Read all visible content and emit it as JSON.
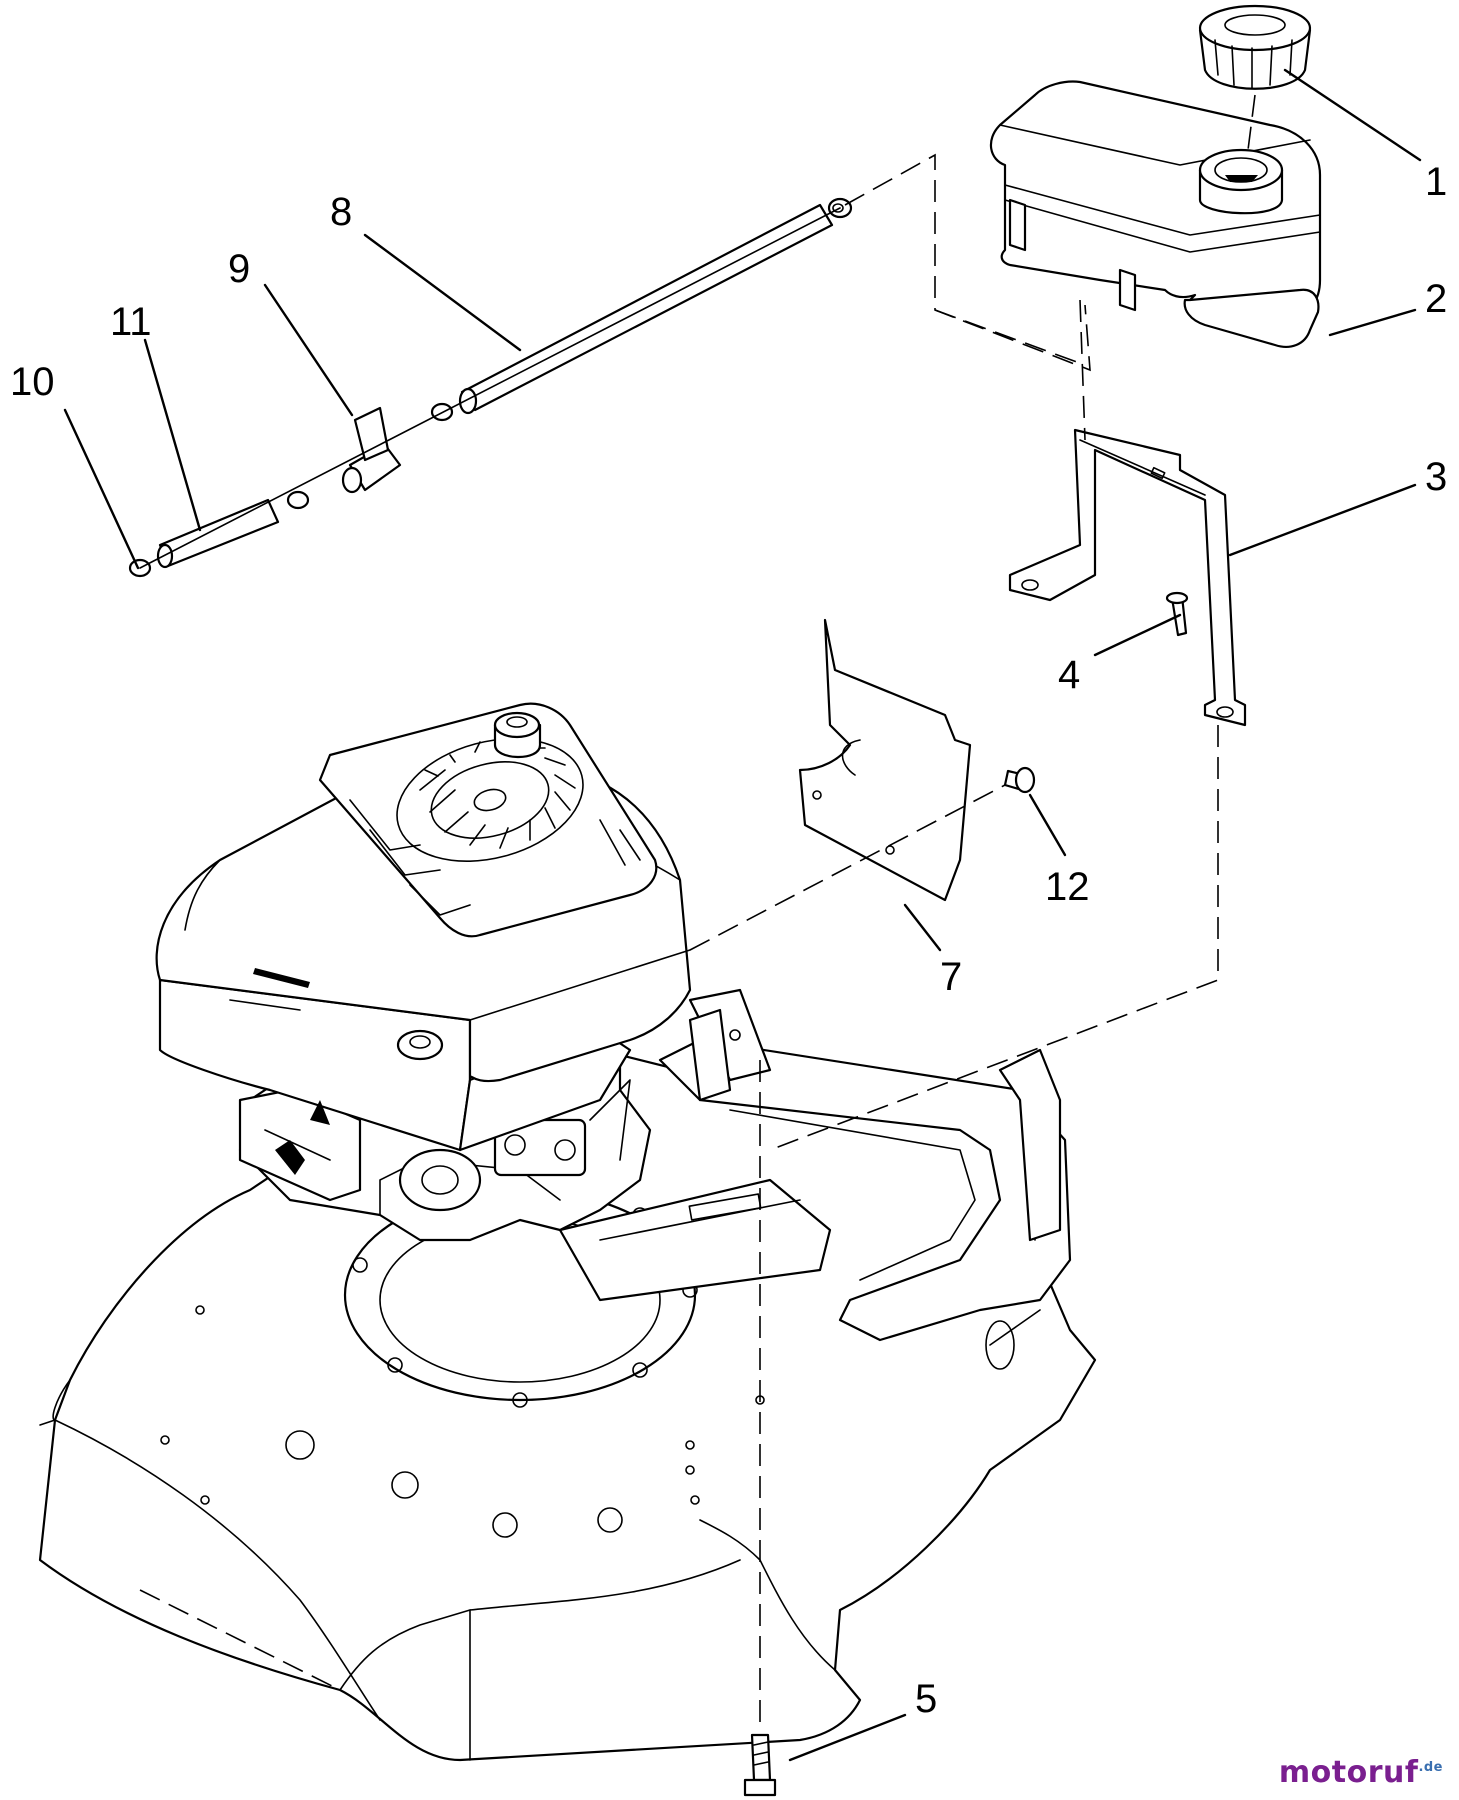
{
  "callouts": {
    "c1": "1",
    "c2": "2",
    "c3": "3",
    "c4": "4",
    "c5": "5",
    "c7": "7",
    "c8": "8",
    "c9": "9",
    "c10": "10",
    "c11": "11",
    "c12": "12"
  },
  "watermark": {
    "main": "motoruf",
    "sup": ".de"
  },
  "colors": {
    "ink": "#000000",
    "watermark_main": "#7a1f8f",
    "watermark_sup": "#3a6fb0"
  }
}
